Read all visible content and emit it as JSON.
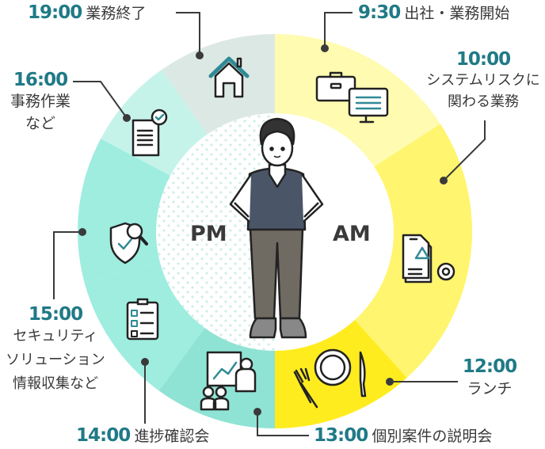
{
  "center": {
    "pm": "PM",
    "am": "AM"
  },
  "schedule": [
    {
      "time": "9:30",
      "lines": [
        "出社・業務開始"
      ],
      "icon": "briefcase-monitor-icon",
      "color": "#fffbb0"
    },
    {
      "time": "10:00",
      "lines": [
        "システムリスクに",
        "関わる業務"
      ],
      "icon": "document-warning-gear-icon",
      "color": "#fff56e"
    },
    {
      "time": "12:00",
      "lines": [
        "ランチ"
      ],
      "icon": "fork-plate-knife-icon",
      "color": "#ffec1f"
    },
    {
      "time": "13:00",
      "lines": [
        "個別案件の説明会"
      ],
      "icon": "presentation-icon",
      "color": "#8fe3d4"
    },
    {
      "time": "14:00",
      "lines": [
        "進捗確認会"
      ],
      "icon": "clipboard-checklist-icon",
      "color": "#9eeddf"
    },
    {
      "time": "15:00",
      "lines": [
        "セキュリティ",
        "ソリューション",
        "情報収集など"
      ],
      "icon": "shield-search-icon",
      "color": "#9eeddf"
    },
    {
      "time": "16:00",
      "lines": [
        "事務作業",
        "など"
      ],
      "icon": "document-check-icon",
      "color": "#c5f3ea"
    },
    {
      "time": "19:00",
      "lines": [
        "業務終了"
      ],
      "icon": "house-icon",
      "color": "#dce8e4"
    }
  ],
  "colors": {
    "time_text": "#1f7a86",
    "line": "#3a3a3a",
    "icon_accent": "#2f8a96",
    "shirt": "#4a5568",
    "pants": "#6f6a62"
  }
}
